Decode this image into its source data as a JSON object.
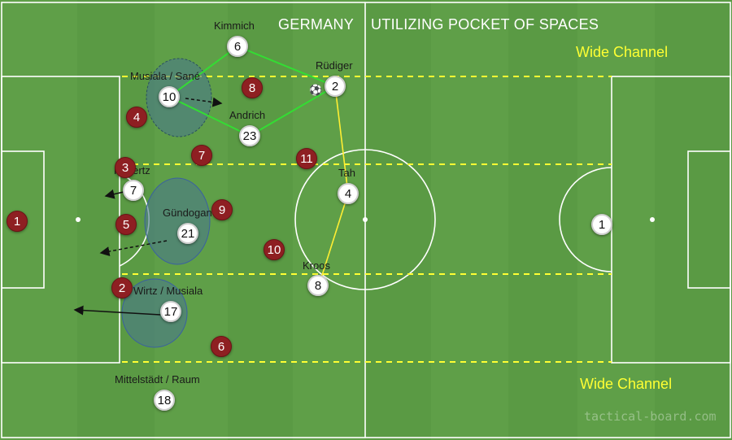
{
  "title_left": "GERMANY",
  "title_right": "UTILIZING POCKET OF SPACES",
  "channel_top": "Wide Channel",
  "channel_bottom": "Wide Channel",
  "watermark": "tactical-board.com",
  "colors": {
    "grass": "#5a9a44",
    "home": "#ffffff",
    "away": "#8e1f22",
    "green_link": "#33dd33",
    "yellow_link": "#ffee33",
    "channel_line": "#ffff33",
    "zone": "#4a7a8a"
  },
  "home_players": [
    {
      "id": "gk",
      "number": "1",
      "name": ""
    },
    {
      "id": "kimmich",
      "number": "6",
      "name": "Kimmich"
    },
    {
      "id": "ruediger",
      "number": "2",
      "name": "Rüdiger"
    },
    {
      "id": "musiala-sane",
      "number": "10",
      "name": "Musiala / Sané"
    },
    {
      "id": "andrich",
      "number": "23",
      "name": "Andrich"
    },
    {
      "id": "tah",
      "number": "4",
      "name": "Tah"
    },
    {
      "id": "havertz",
      "number": "7",
      "name": "Havertz"
    },
    {
      "id": "guendogan",
      "number": "21",
      "name": "Gündogan"
    },
    {
      "id": "kroos",
      "number": "8",
      "name": "Kroos"
    },
    {
      "id": "wirtz-musiala",
      "number": "17",
      "name": "Wirtz / Musiala"
    },
    {
      "id": "mittelstaedt-raum",
      "number": "18",
      "name": "Mittelstädt / Raum"
    }
  ],
  "away_players": [
    {
      "id": "a1",
      "number": "1"
    },
    {
      "id": "a8",
      "number": "8"
    },
    {
      "id": "a4",
      "number": "4"
    },
    {
      "id": "a3",
      "number": "3"
    },
    {
      "id": "a7",
      "number": "7"
    },
    {
      "id": "a11",
      "number": "11"
    },
    {
      "id": "a9",
      "number": "9"
    },
    {
      "id": "a5",
      "number": "5"
    },
    {
      "id": "a10",
      "number": "10"
    },
    {
      "id": "a2",
      "number": "2"
    },
    {
      "id": "a6",
      "number": "6"
    }
  ]
}
